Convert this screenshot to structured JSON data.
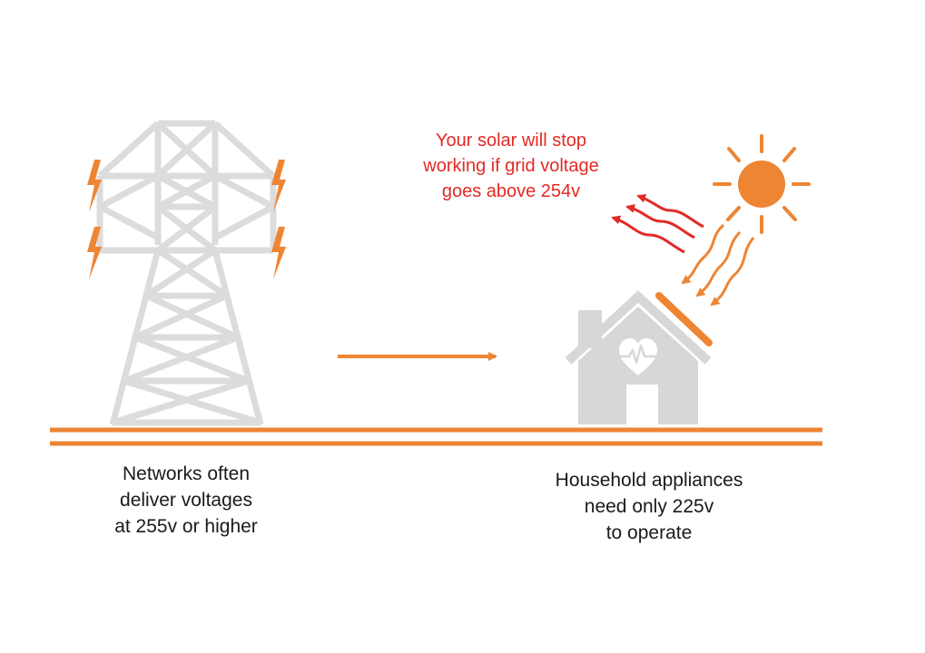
{
  "colors": {
    "accent": "#EE8533",
    "warning": "#E32A26",
    "structure": "#DCDCDC",
    "house": "#D7D7D7",
    "text": "#1A1A1A"
  },
  "icons": [
    "transmission-tower-icon",
    "lightning-bolt-icon",
    "sun-icon",
    "house-icon",
    "heart-pulse-icon",
    "solar-panel-icon"
  ],
  "warning": {
    "lines": [
      "Your solar will stop",
      "working if grid voltage",
      "goes above 254v"
    ]
  },
  "left_caption": {
    "lines": [
      "Networks often",
      "deliver voltages",
      "at 255v or higher"
    ]
  },
  "right_caption": {
    "lines": [
      "Household appliances",
      "need only 225v",
      "to operate"
    ]
  }
}
